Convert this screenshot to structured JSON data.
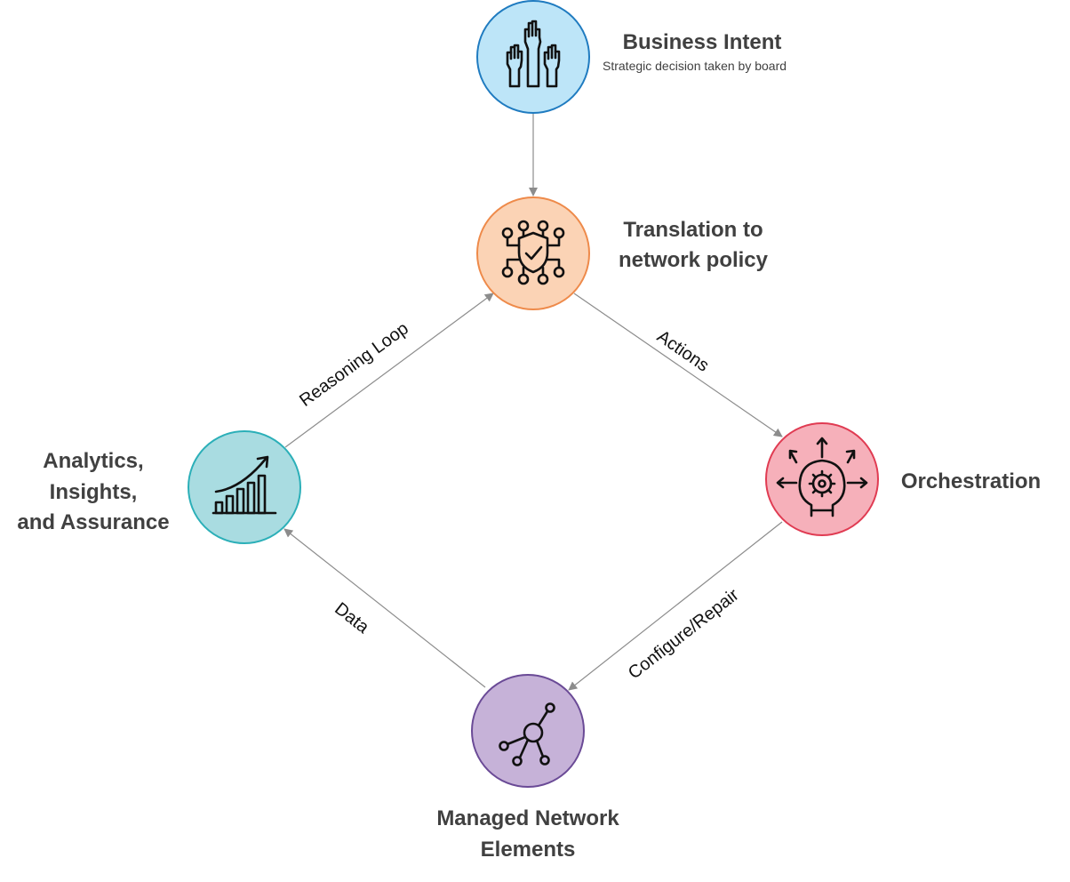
{
  "nodes": {
    "business_intent": {
      "title": "Business Intent",
      "subtitle": "Strategic decision taken by board",
      "icon": "raised-hands-icon",
      "fill": "#BDE5F8",
      "stroke": "#1F7BC0"
    },
    "translation": {
      "title_line1": "Translation to",
      "title_line2": "network policy",
      "icon": "shield-circuit-icon",
      "fill": "#FBD3B5",
      "stroke": "#EE8A4A"
    },
    "orchestration": {
      "title": "Orchestration",
      "icon": "head-gear-arrows-icon",
      "fill": "#F6B0BA",
      "stroke": "#E03B52"
    },
    "managed_elements": {
      "title_line1": "Managed Network",
      "title_line2": "Elements",
      "icon": "network-nodes-icon",
      "fill": "#C6B2D8",
      "stroke": "#6A4A96"
    },
    "analytics": {
      "title_line1": "Analytics,",
      "title_line2": "Insights,",
      "title_line3": "and Assurance",
      "icon": "growth-chart-icon",
      "fill": "#A9DCE1",
      "stroke": "#2BAFB8"
    }
  },
  "edges": {
    "actions": "Actions",
    "configure_repair": "Configure/Repair",
    "data": "Data",
    "reasoning_loop": "Reasoning Loop"
  },
  "colors": {
    "arrow": "#8C8C8C",
    "label_text": "#404040"
  }
}
